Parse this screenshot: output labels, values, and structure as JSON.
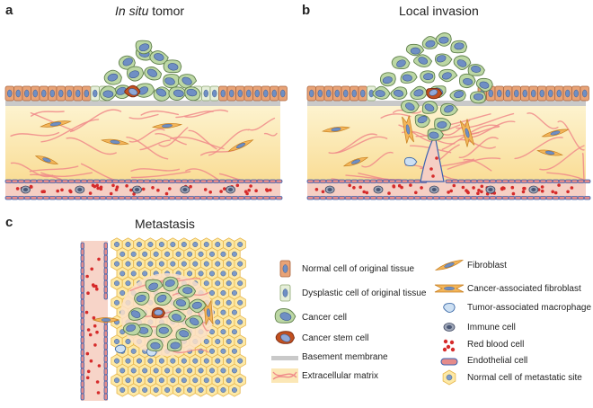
{
  "panels": {
    "a": {
      "letter": "a",
      "title_italic": "In situ",
      "title_rest": " tomor"
    },
    "b": {
      "letter": "b",
      "title": "Local invasion"
    },
    "c": {
      "letter": "c",
      "title": "Metastasis"
    }
  },
  "legend": {
    "left": [
      {
        "icon": "normal-cell-icon",
        "label": "Normal cell of original tissue"
      },
      {
        "icon": "dysplastic-cell-icon",
        "label": "Dysplastic cell of original tissue"
      },
      {
        "icon": "cancer-cell-icon",
        "label": "Cancer cell"
      },
      {
        "icon": "cancer-stem-cell-icon",
        "label": "Cancer stem cell"
      },
      {
        "icon": "basement-membrane-icon",
        "label": "Basement membrane"
      },
      {
        "icon": "extracellular-matrix-icon",
        "label": "Extracellular matrix"
      }
    ],
    "right": [
      {
        "icon": "fibroblast-icon",
        "label": "Fibroblast"
      },
      {
        "icon": "cancer-associated-fibroblast-icon",
        "label": "Cancer-associated fibroblast"
      },
      {
        "icon": "macrophage-icon",
        "label": "Tumor-associated macrophage"
      },
      {
        "icon": "immune-cell-icon",
        "label": "Immune cell"
      },
      {
        "icon": "red-blood-cell-icon",
        "label": "Red blood cell"
      },
      {
        "icon": "endothelial-cell-icon",
        "label": "Endothelial cell"
      },
      {
        "icon": "metastatic-site-cell-icon",
        "label": "Normal cell of metastatic site"
      }
    ]
  },
  "colors": {
    "epithelium": "#e8a377",
    "nucleus_blue": "#6f8fc4",
    "cancer_green": "#bcd7a4",
    "stem_red": "#c2501f",
    "membrane": "#c9c9c9",
    "ecm_bg": "#fbe7b6",
    "fiber": "#f08a8a",
    "vessel": "#f5cfc4",
    "rbc": "#d62b2b",
    "endothelial": "#3a62b0",
    "hex_fill": "#fde9a6",
    "hex_stroke": "#e7b64a"
  }
}
